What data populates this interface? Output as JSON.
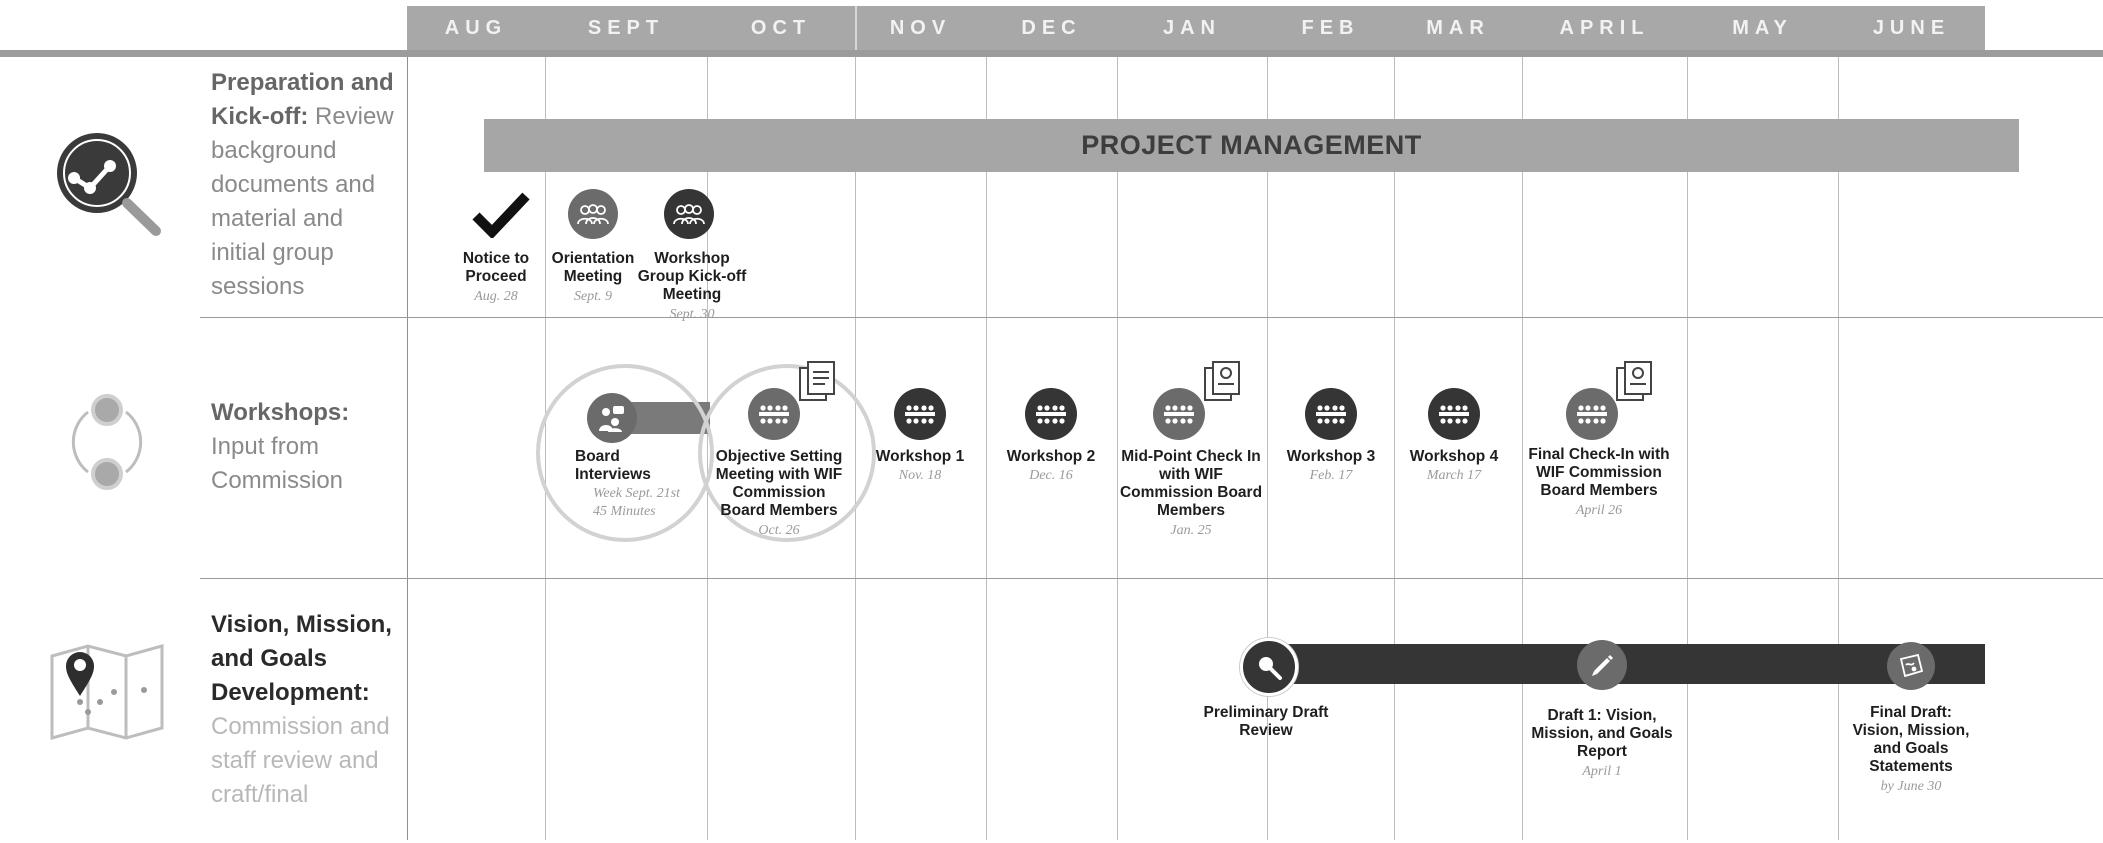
{
  "months": [
    "AUG",
    "SEPT",
    "OCT",
    "NOV",
    "DEC",
    "JAN",
    "FEB",
    "MAR",
    "APRIL",
    "MAY",
    "JUNE"
  ],
  "rows": {
    "preparation": {
      "title": "Preparation and Kick-off:",
      "text": "Review background documents and material and initial group sessions",
      "icon": "analytics-magnifier-icon"
    },
    "workshops": {
      "title": "Workshops:",
      "text": "Input from Commission",
      "icon": "two-nodes-cycle-icon"
    },
    "vision": {
      "title": "Vision, Mission, and Goals Development:",
      "text": "Commission and staff review and craft/final",
      "icon": "map-pin-icon"
    }
  },
  "project_management": "PROJECT MANAGEMENT",
  "prep_milestones": [
    {
      "title": "Notice to Proceed",
      "date": "Aug. 28",
      "icon": "checkmark-icon"
    },
    {
      "title": "Orientation Meeting",
      "date": "Sept. 9",
      "icon": "group-icon"
    },
    {
      "title": "Workshop Group Kick-off Meeting",
      "date": "Sept. 30",
      "icon": "group-icon"
    }
  ],
  "workshop_milestones": [
    {
      "title": "Board Interviews",
      "date": "Week Sept. 21st",
      "note": "45 Minutes",
      "icon": "interview-icon"
    },
    {
      "title": "Objective Setting Meeting with WIF Commission Board Members",
      "date": "Oct. 26",
      "icon": "meeting-table-icon"
    },
    {
      "title": "Workshop 1",
      "date": "Nov. 18",
      "icon": "meeting-table-icon"
    },
    {
      "title": "Workshop 2",
      "date": "Dec. 16",
      "icon": "meeting-table-icon"
    },
    {
      "title": "Mid-Point Check In with WIF Commission Board Members",
      "date": "Jan. 25",
      "icon": "meeting-table-icon"
    },
    {
      "title": "Workshop 3",
      "date": "Feb. 17",
      "icon": "meeting-table-icon"
    },
    {
      "title": "Workshop 4",
      "date": "March 17",
      "icon": "meeting-table-icon"
    },
    {
      "title": "Final Check-In with WIF Commission Board Members",
      "date": "April 26",
      "icon": "meeting-table-icon"
    }
  ],
  "vision_milestones": [
    {
      "title": "Preliminary Draft Review",
      "date": "",
      "icon": "search-icon"
    },
    {
      "title": "Draft 1: Vision, Mission, and Goals Report",
      "date": "April 1",
      "icon": "pencil-icon"
    },
    {
      "title": "Final Draft: Vision, Mission, and Goals Statements",
      "date": "by June 30",
      "icon": "map-sketch-icon"
    }
  ],
  "colors": {
    "dark": "#353535",
    "band": "#a8a8a8",
    "pm_bar": "#a6a6a6"
  }
}
